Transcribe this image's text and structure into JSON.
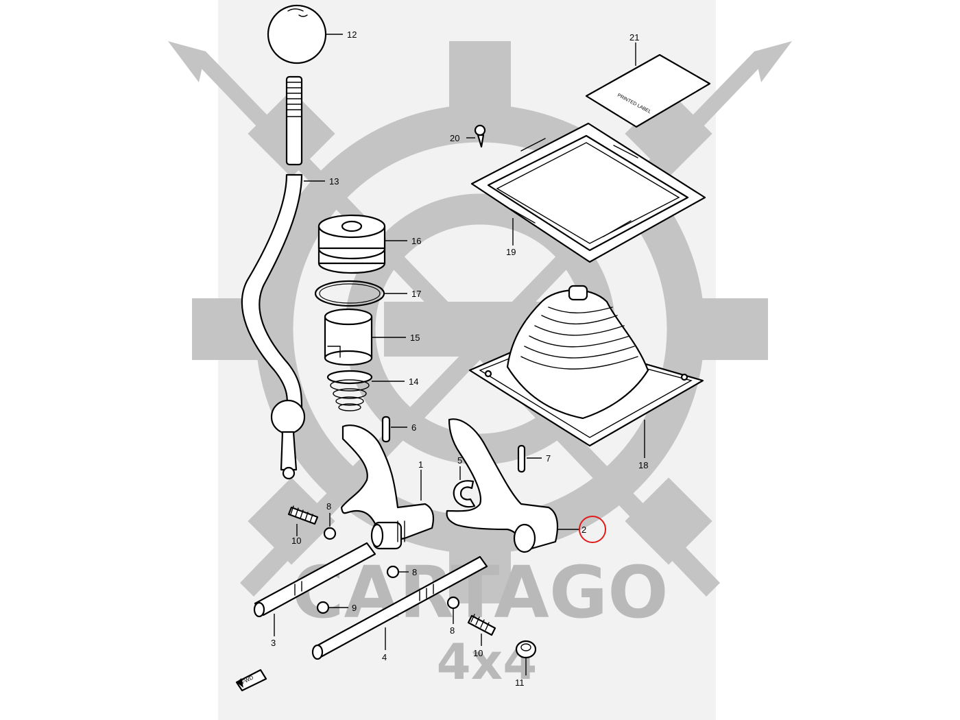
{
  "watermark": {
    "brand": "CARTAGO",
    "sub": "4x4",
    "color": "#b9b9b9",
    "panel_color": "#f2f2f2"
  },
  "direction_badge": "FWD",
  "plate_text": "PRINTED LABEL",
  "callouts": [
    {
      "id": "12",
      "label": "12"
    },
    {
      "id": "13",
      "label": "13"
    },
    {
      "id": "16",
      "label": "16"
    },
    {
      "id": "17",
      "label": "17"
    },
    {
      "id": "15",
      "label": "15"
    },
    {
      "id": "14",
      "label": "14"
    },
    {
      "id": "6",
      "label": "6"
    },
    {
      "id": "1",
      "label": "1"
    },
    {
      "id": "5",
      "label": "5"
    },
    {
      "id": "7",
      "label": "7"
    },
    {
      "id": "2",
      "label": "2"
    },
    {
      "id": "8a",
      "label": "8"
    },
    {
      "id": "10a",
      "label": "10"
    },
    {
      "id": "8b",
      "label": "8"
    },
    {
      "id": "9",
      "label": "9"
    },
    {
      "id": "3",
      "label": "3"
    },
    {
      "id": "4",
      "label": "4"
    },
    {
      "id": "8c",
      "label": "8"
    },
    {
      "id": "10b",
      "label": "10"
    },
    {
      "id": "11",
      "label": "11"
    },
    {
      "id": "18",
      "label": "18"
    },
    {
      "id": "19",
      "label": "19"
    },
    {
      "id": "20",
      "label": "20"
    },
    {
      "id": "21",
      "label": "21"
    }
  ],
  "highlight": {
    "target": "2",
    "color": "#e01a1a"
  }
}
